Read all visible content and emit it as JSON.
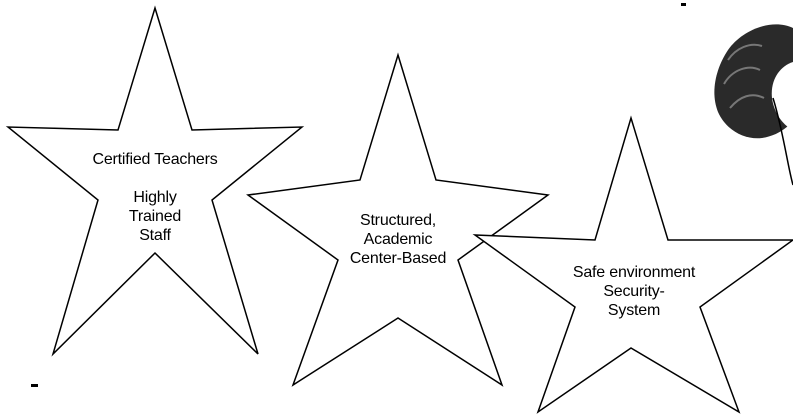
{
  "stars": [
    {
      "id": "star-1",
      "lines": [
        "Certified Teachers",
        "",
        "Highly",
        "Trained",
        "Staff"
      ]
    },
    {
      "id": "star-2",
      "lines": [
        "Structured,",
        "Academic",
        "Center-Based"
      ]
    },
    {
      "id": "star-3",
      "lines": [
        "Safe environment",
        "Security-",
        "System"
      ]
    }
  ],
  "colors": {
    "stroke": "#000000",
    "fill": "#ffffff",
    "ink": "#000000"
  }
}
